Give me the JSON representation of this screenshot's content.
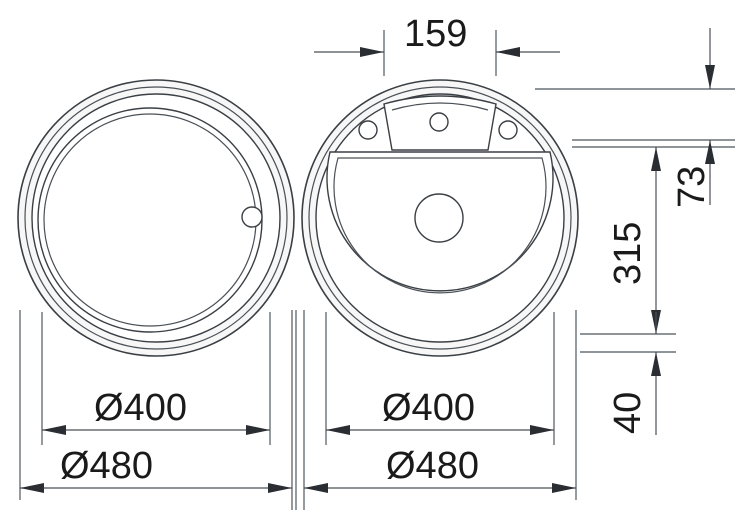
{
  "diagram": {
    "left_sink": {
      "inner_diameter_label": "Ø400",
      "outer_diameter_label": "Ø480"
    },
    "right_sink": {
      "inner_diameter_label": "Ø400",
      "outer_diameter_label": "Ø480",
      "top_width_label": "159",
      "vertical_offset_label": "73",
      "bowl_depth_label": "315",
      "bottom_margin_label": "40"
    }
  }
}
